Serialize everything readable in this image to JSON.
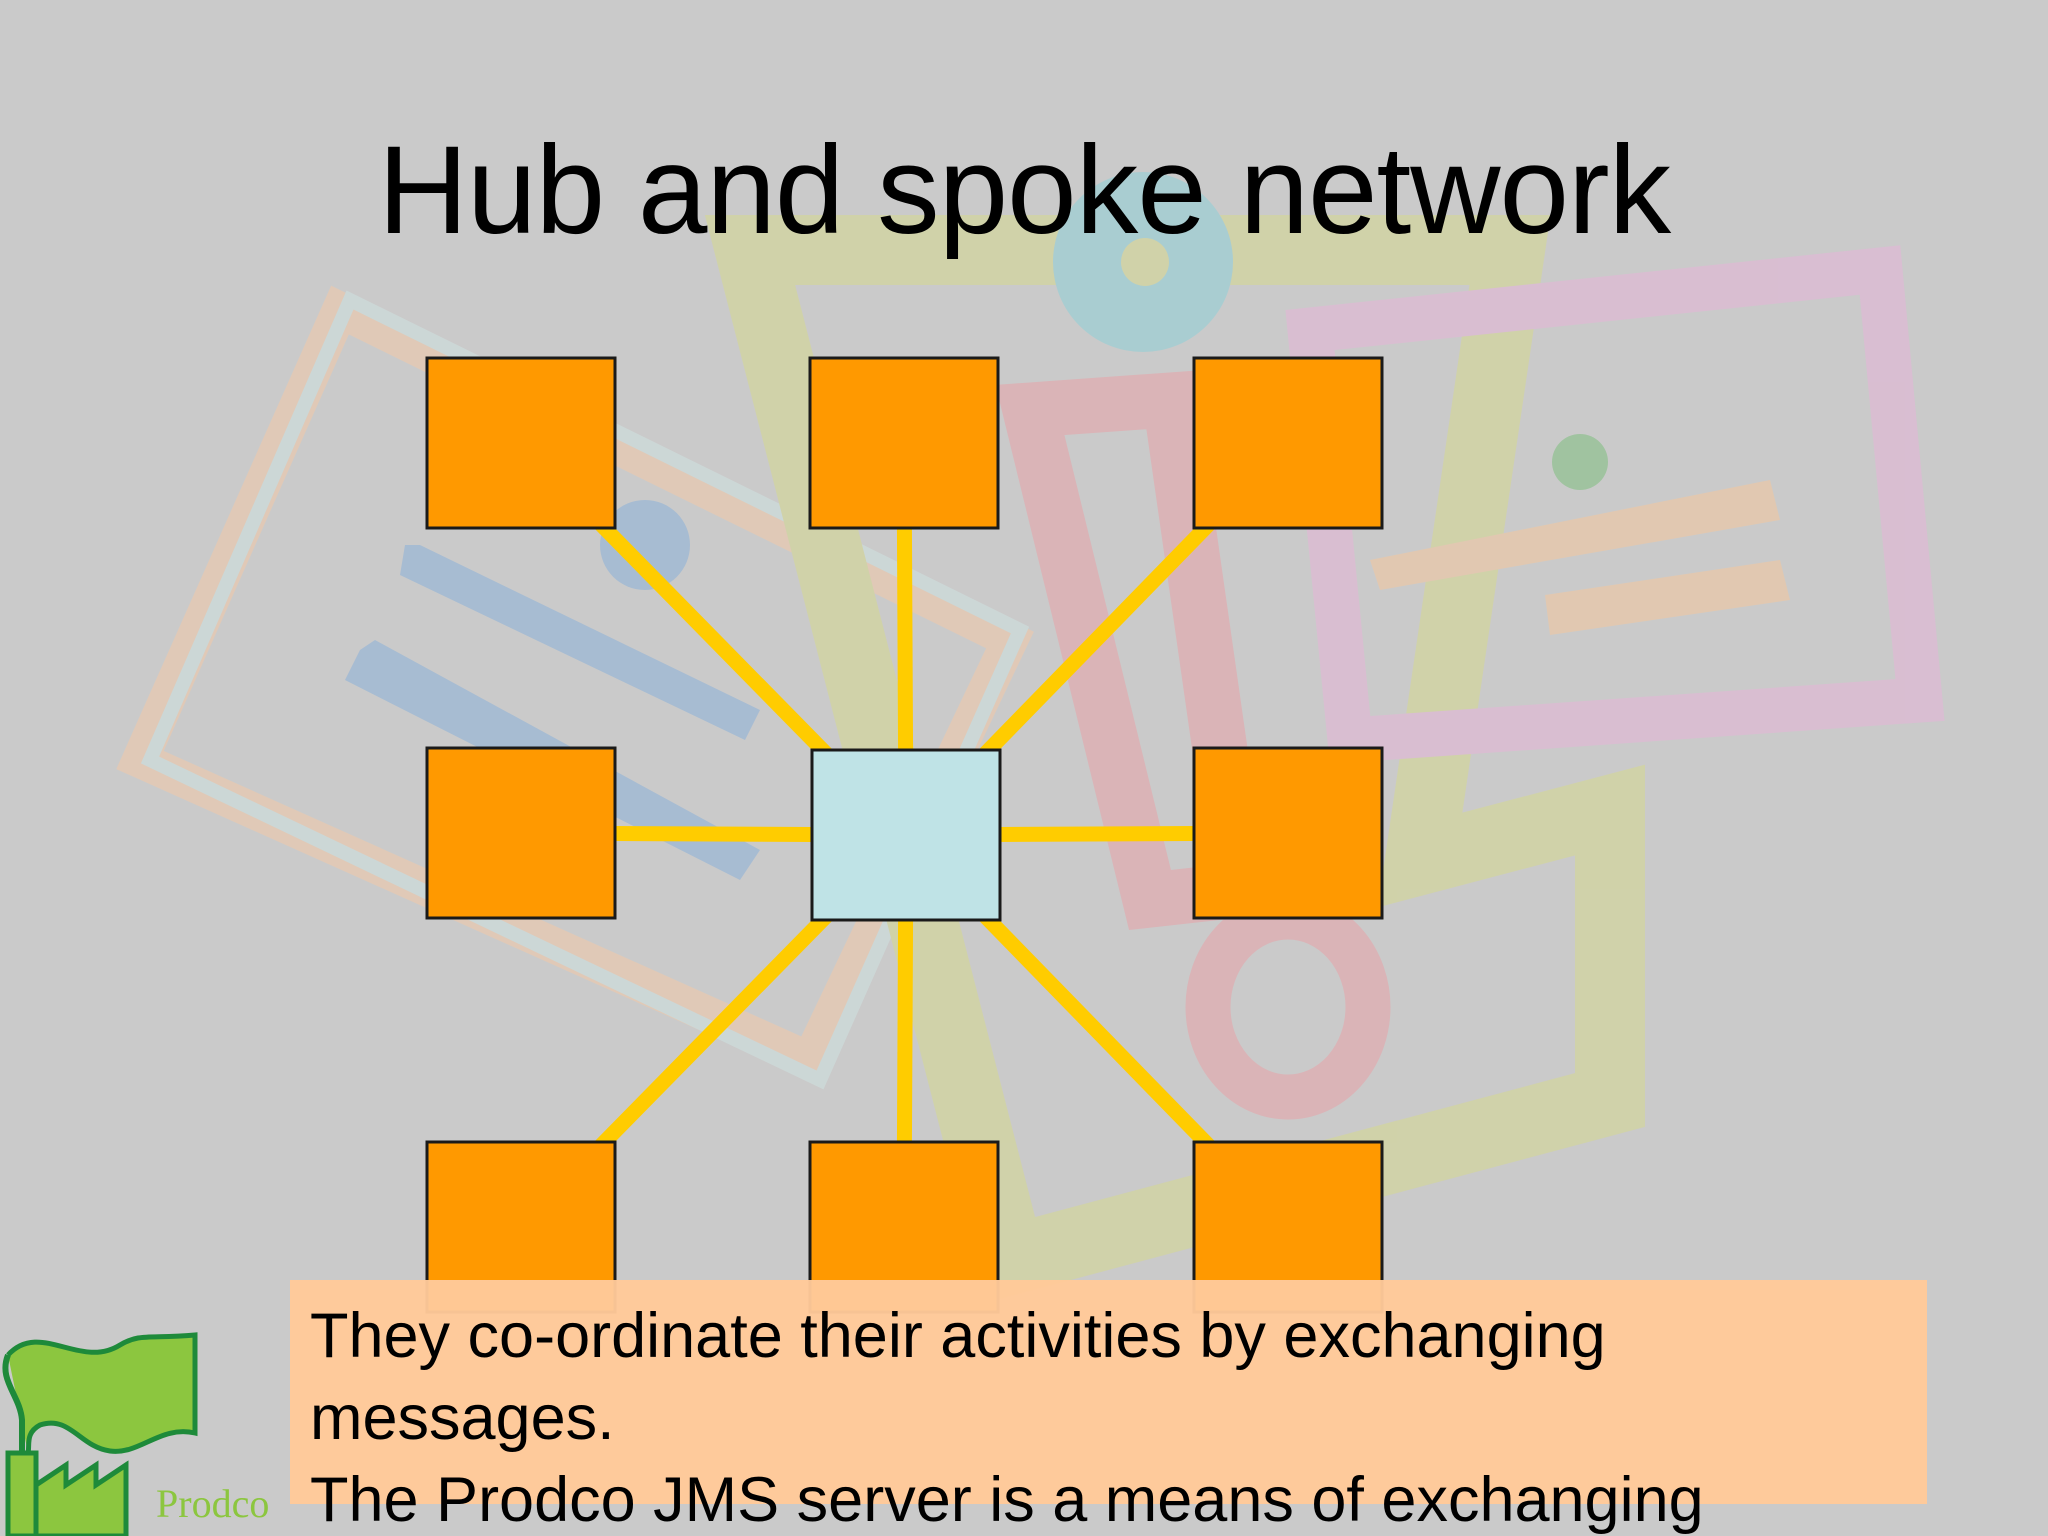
{
  "slide": {
    "title": "Hub and spoke network",
    "caption_lines": [
      "They co-ordinate their activities by exchanging",
      "messages.",
      "The Prodco JMS server is a means of exchanging"
    ]
  },
  "logo": {
    "text": "Prodco",
    "icon": "factory-flag-icon"
  },
  "diagram": {
    "hub": {
      "color": "#bfe3e6"
    },
    "spokes": [
      {
        "name": "node-top-left",
        "color": "#ff9900"
      },
      {
        "name": "node-top-center",
        "color": "#ff9900"
      },
      {
        "name": "node-top-right",
        "color": "#ff9900"
      },
      {
        "name": "node-middle-left",
        "color": "#ff9900"
      },
      {
        "name": "node-middle-right",
        "color": "#ff9900"
      },
      {
        "name": "node-bottom-left",
        "color": "#ff9900"
      },
      {
        "name": "node-bottom-center",
        "color": "#ff9900"
      },
      {
        "name": "node-bottom-right",
        "color": "#ff9900"
      }
    ],
    "connector_color": "#ffcc00",
    "edges": [
      [
        "hub",
        "node-top-left"
      ],
      [
        "hub",
        "node-top-center"
      ],
      [
        "hub",
        "node-top-right"
      ],
      [
        "hub",
        "node-middle-left"
      ],
      [
        "hub",
        "node-middle-right"
      ],
      [
        "hub",
        "node-bottom-left"
      ],
      [
        "hub",
        "node-bottom-center"
      ],
      [
        "hub",
        "node-bottom-right"
      ]
    ]
  }
}
